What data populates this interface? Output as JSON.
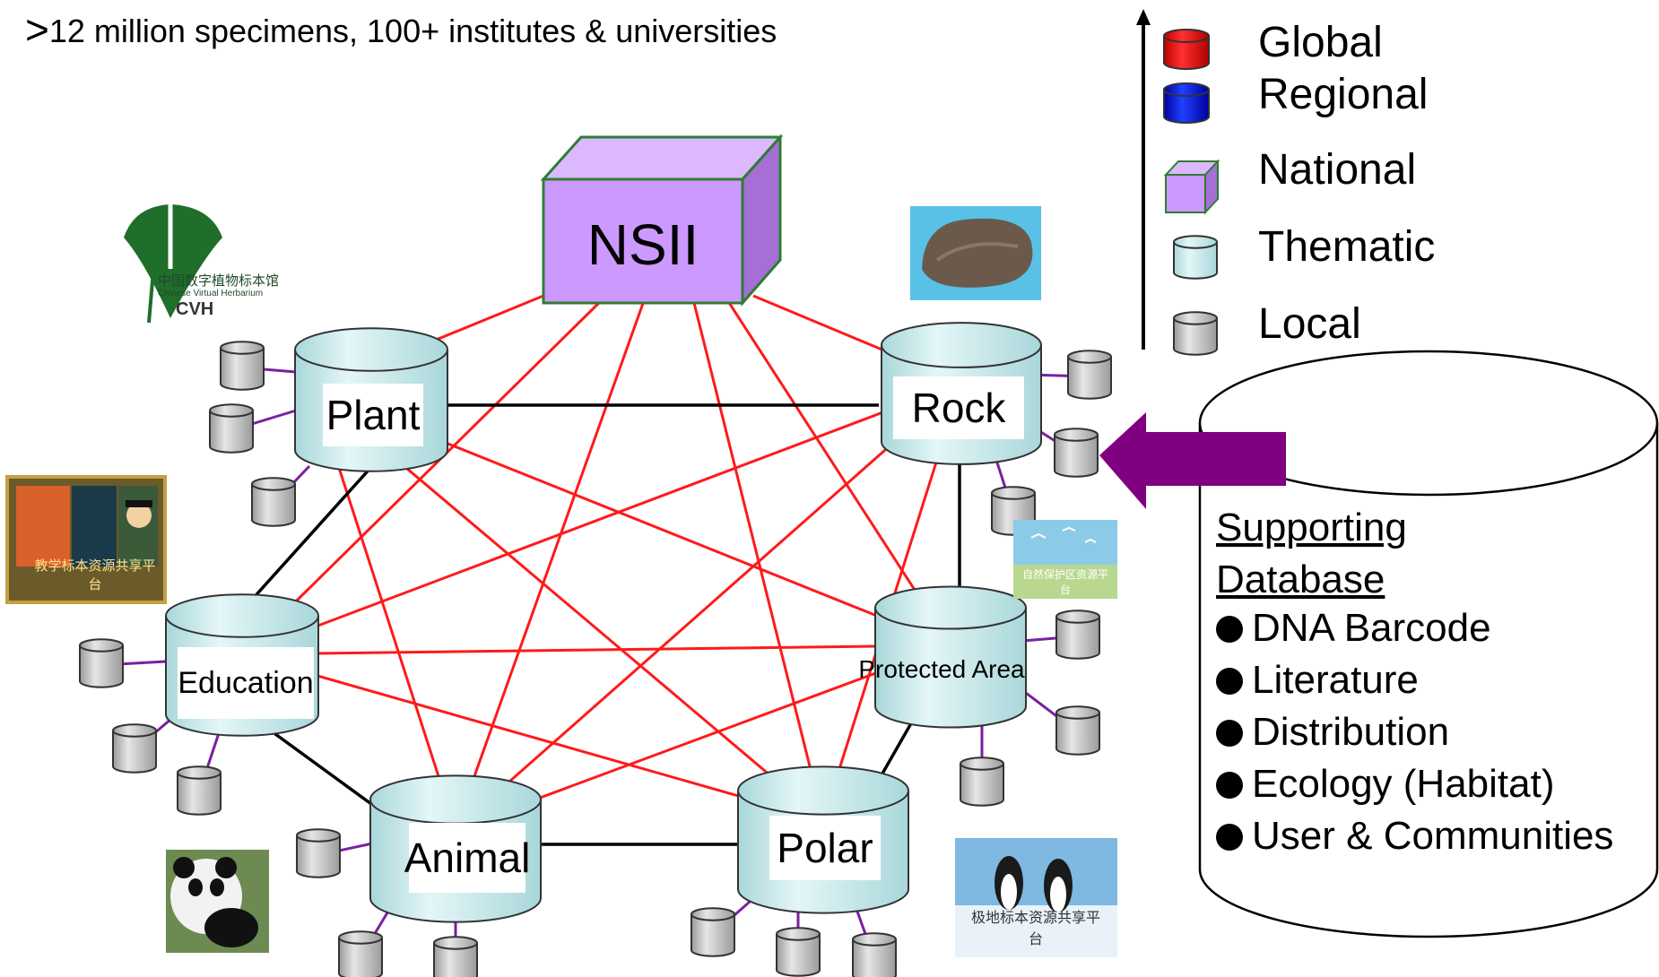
{
  "header": {
    "prefix": ">",
    "text": "12 million specimens, 100+ institutes & universities"
  },
  "hub": {
    "label": "NSII"
  },
  "nodes": {
    "plant": "Plant",
    "rock": "Rock",
    "education": "Education",
    "protected_area": "Protected Area",
    "animal": "Animal",
    "polar": "Polar"
  },
  "legend": {
    "items": [
      "Global",
      "Regional",
      "National",
      "Thematic",
      "Local"
    ]
  },
  "supporting_db": {
    "title_line1": "Supporting",
    "title_line2": "Database",
    "items": [
      "DNA Barcode",
      "Literature",
      "Distribution",
      "Ecology (Habitat)",
      "User & Communities"
    ]
  },
  "logo": {
    "cvh_cn": "中国数字植物标本馆",
    "cvh_en": "Chinese Virtual Herbarium",
    "cvh_abbr": "CVH"
  },
  "thumbnails": {
    "education_cn": "教学标本资源共享平台",
    "protected_cn": "自然保护区资源平台",
    "polar_cn": "极地标本资源共享平台"
  },
  "colors": {
    "link_red": "#ff1a1a",
    "link_black": "#000000",
    "local_link": "#7b1fa2",
    "global": "#ff0000",
    "regional": "#0000ff",
    "national": "#cc99ff",
    "thematic": "#c9ecee",
    "local": "#bfbfbf",
    "arrow": "#800080"
  }
}
